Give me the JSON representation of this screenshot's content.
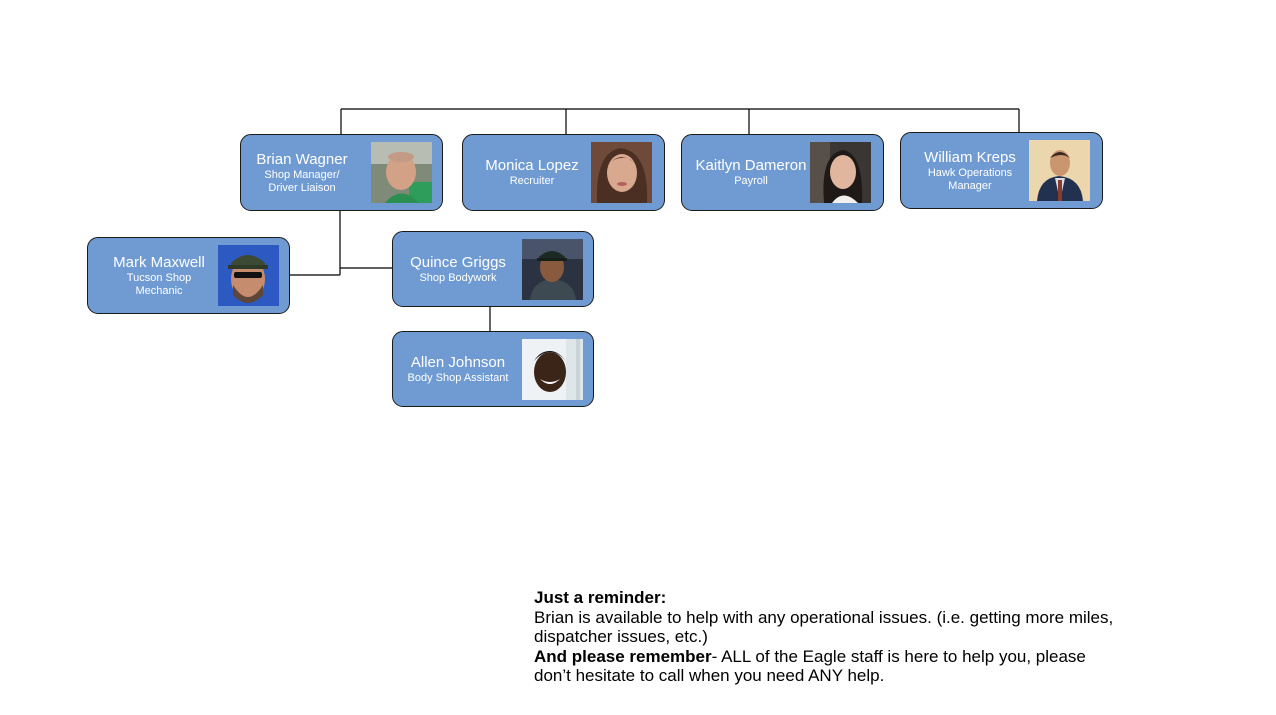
{
  "org_chart": {
    "people": {
      "brian": {
        "name": "Brian Wagner",
        "role": "Shop Manager/ Driver Liaison"
      },
      "monica": {
        "name": "Monica Lopez",
        "role": "Recruiter"
      },
      "kaitlyn": {
        "name": "Kaitlyn Dameron",
        "role": "Payroll"
      },
      "william": {
        "name": "William Kreps",
        "role": "Hawk Operations Manager"
      },
      "mark": {
        "name": "Mark Maxwell",
        "role": "Tucson Shop Mechanic"
      },
      "quince": {
        "name": "Quince Griggs",
        "role": "Shop Bodywork"
      },
      "allen": {
        "name": "Allen Johnson",
        "role": "Body Shop Assistant"
      }
    },
    "colors": {
      "card_fill": "#6f9bd2",
      "card_border": "#1a1a1a",
      "card_text": "#ffffff",
      "connector": "#000000"
    }
  },
  "note": {
    "heading": "Just a reminder:",
    "line1": "Brian is available to help with any operational issues. (i.e. getting more miles, dispatcher issues, etc.)",
    "emphasis": "And please remember",
    "line2": "- ALL of the Eagle staff is here to help you, please don’t hesitate to call when you need ANY help."
  }
}
